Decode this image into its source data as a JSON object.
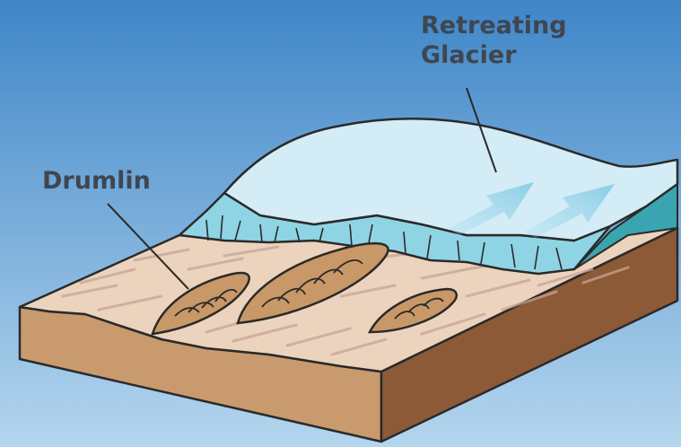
{
  "labels": {
    "glacier_line1": "Retreating",
    "glacier_line2": "Glacier",
    "drumlin": "Drumlin"
  },
  "colors": {
    "sky_top": "#3f86c8",
    "sky_bottom": "#b4d6ee",
    "ice_top": "#d3ecf5",
    "ice_front": "#8fd4e5",
    "ground_top": "#ecd3bd",
    "ground_side": "#c89a6e",
    "ground_right": "#8c5a37",
    "drumlin_fill": "#c99868",
    "water": "#3aa5b0",
    "outline": "#2a2a2a",
    "label_text": "#3f4650"
  },
  "icons": [
    "flow-arrow-icon",
    "flow-arrow-icon"
  ]
}
